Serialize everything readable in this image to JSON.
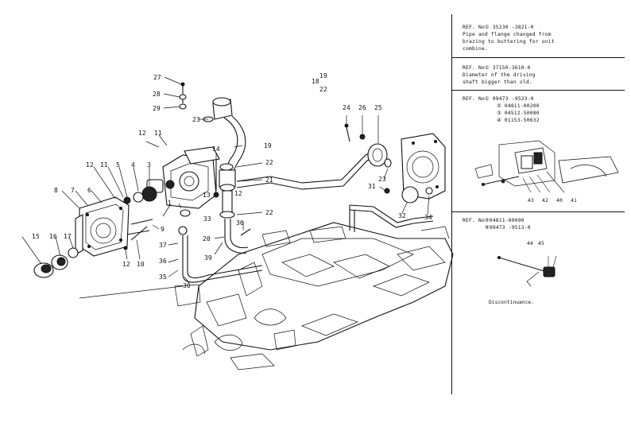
{
  "labels": {
    "p27": "27",
    "p28": "28",
    "p29": "29",
    "p23a": "23",
    "p18": "18",
    "p19a": "19",
    "p22a": "22",
    "p24": "24",
    "p26": "26",
    "p25": "25",
    "p12a": "12",
    "p11a": "11",
    "p14": "14",
    "p19b": "19",
    "p12b": "12",
    "p11b": "11",
    "p5": "5",
    "p4": "4",
    "p3": "3",
    "p22b": "22",
    "p21": "21",
    "p12c": "12",
    "p23b": "23",
    "p31": "31",
    "p8": "8",
    "p7": "7",
    "p6": "6",
    "p1": "1",
    "p13": "13",
    "p33": "33",
    "p36a": "36",
    "p22c": "22",
    "p32": "32",
    "p34": "34",
    "p9": "9",
    "p20": "20",
    "p15": "15",
    "p16": "16",
    "p17": "17",
    "p12d": "12",
    "p10": "10",
    "p37": "37",
    "p36b": "36",
    "p39": "39",
    "p35": "35",
    "p30": "30"
  },
  "notes": [
    {
      "ref": "REF. No① 35230 -3821-0",
      "text": [
        "Pipe and flange changed from",
        "brazing to buttering for unit",
        "combine."
      ]
    },
    {
      "ref": "REF. No① 37150-3610-0",
      "text": [
        "Diameter of the driving",
        "shaft bigger than old."
      ]
    },
    {
      "ref": "REF. No①  99473 -9523-0",
      "rows": [
        "②  04811-00200",
        "③  04512-50080",
        "④  01153-50632"
      ],
      "detail_labels": [
        "43",
        "42",
        "40",
        "41"
      ]
    },
    {
      "ref": "REF. No⑤04811-00090",
      "rows": [
        "⑥99473 -9513-0"
      ],
      "detail_labels": [
        "44",
        "45"
      ],
      "caption": "Discontinuance."
    }
  ]
}
